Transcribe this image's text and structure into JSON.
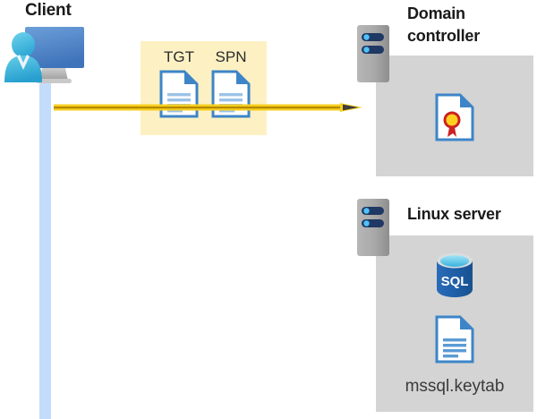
{
  "diagram": {
    "title_client": "Client",
    "title_domain_controller": "Domain\ncontroller",
    "title_domain_controller_line1": "Domain",
    "title_domain_controller_line2": "controller",
    "title_linux_server": "Linux server",
    "tokens": [
      {
        "label": "TGT",
        "icon": "document-icon"
      },
      {
        "label": "SPN",
        "icon": "document-icon"
      }
    ],
    "flow_arrow": {
      "direction": "left-to-right",
      "from": "Client",
      "to": "Domain controller",
      "color": "#f2c200",
      "head_color": "#3d3d3d"
    },
    "domain_controller": {
      "server_icon": "server-rack-icon",
      "contents": [
        {
          "icon": "certificate-icon",
          "label": ""
        }
      ]
    },
    "linux_server": {
      "server_icon": "server-rack-icon",
      "contents": [
        {
          "icon": "sql-database-icon",
          "label": "SQL"
        },
        {
          "icon": "document-icon",
          "label": "mssql.keytab"
        }
      ]
    },
    "client": {
      "icon": "user-monitor-icon",
      "lifeline": "client-lifeline"
    },
    "colors": {
      "highlight_box": "#fdf1c3",
      "panel_gray": "#d4d4d4",
      "lifeline_blue": "#c3dcfb",
      "arrow_gold": "#f2c200",
      "doc_blue": "#3d85c8",
      "sql_blue": "#1e5fa8",
      "title_text": "#1a1a1a"
    }
  }
}
